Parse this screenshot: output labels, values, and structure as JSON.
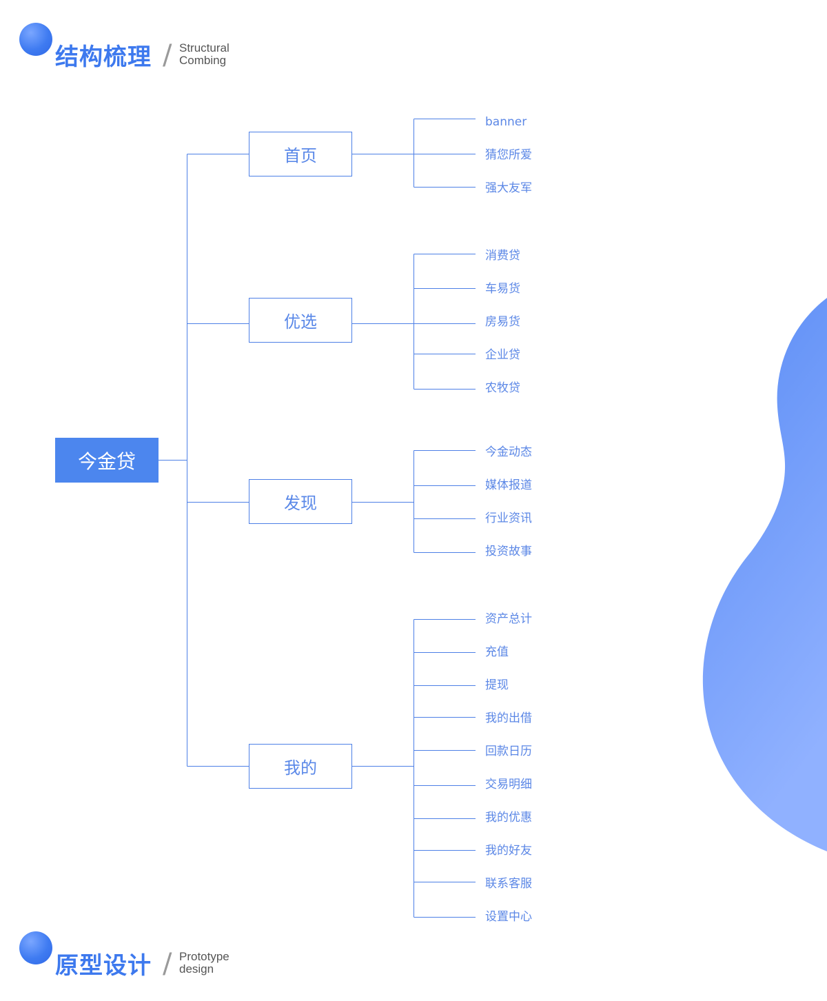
{
  "header_top": {
    "title": "结构梳理",
    "subtitle_line1": "Structural",
    "subtitle_line2": "Combing"
  },
  "header_bottom": {
    "title": "原型设计",
    "subtitle_line1": "Prototype",
    "subtitle_line2": "design"
  },
  "colors": {
    "accent": "#4c86ee",
    "line": "#4c7fe6",
    "leaf_text": "#5b87e6",
    "blob_top": "#5a8cf5",
    "blob_bottom": "#8fb0ff"
  },
  "tree": {
    "root": "今金贷",
    "branches": [
      {
        "label": "首页",
        "children": [
          "banner",
          "猜您所爱",
          "强大友军"
        ]
      },
      {
        "label": "优选",
        "children": [
          "消费贷",
          "车易货",
          "房易货",
          "企业贷",
          "农牧贷"
        ]
      },
      {
        "label": "发现",
        "children": [
          "今金动态",
          "媒体报道",
          "行业资讯",
          "投资故事"
        ]
      },
      {
        "label": "我的",
        "children": [
          "资产总计",
          "充值",
          "提现",
          "我的出借",
          "回款日历",
          "交易明细",
          "我的优惠",
          "我的好友",
          "联系客服",
          "设置中心"
        ]
      }
    ]
  }
}
